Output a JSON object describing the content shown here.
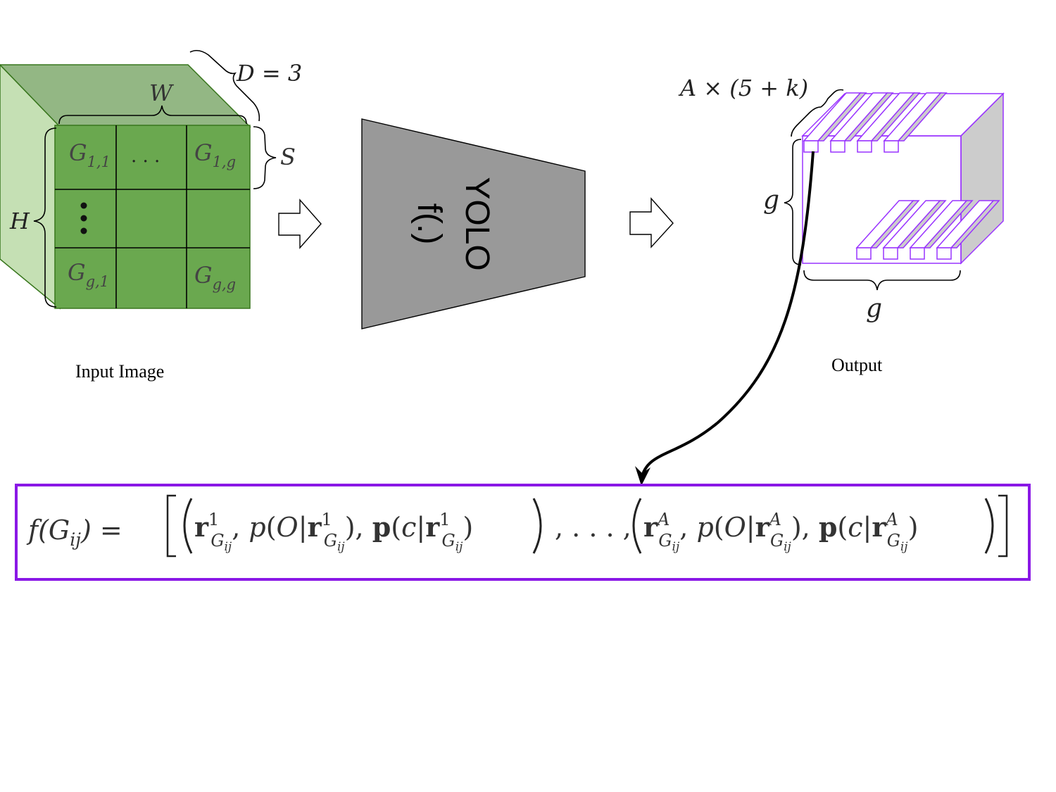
{
  "input": {
    "caption": "Input Image",
    "depth_label": "D = 3",
    "width_label": "W",
    "height_label": "H",
    "cell_size_label": "S",
    "cells": {
      "g11": {
        "base": "G",
        "sub": "1,1"
      },
      "g1g": {
        "base": "G",
        "sub": "1,g"
      },
      "gg1": {
        "base": "G",
        "sub": "g,1"
      },
      "ggg": {
        "base": "G",
        "sub": "g,g"
      },
      "hdots": ". . ."
    },
    "colors": {
      "face": "#6aa84f",
      "top": "#93b784",
      "side": "#c5e0b4",
      "edge": "#38761d"
    }
  },
  "model": {
    "name": "YOLO",
    "function": "f(.)",
    "color": "#999999"
  },
  "output": {
    "caption": "Output",
    "anchor_label": "A × (5 + k)",
    "grid_label_left": "g",
    "grid_label_bottom": "g",
    "color": "#9933ff"
  },
  "formula": {
    "lhs": "f(G",
    "lhs_sub": "ij",
    "lhs_close": ") =",
    "border_color": "#8a18e6"
  },
  "arrows": {
    "icon": "hollow-right-arrow-icon"
  }
}
